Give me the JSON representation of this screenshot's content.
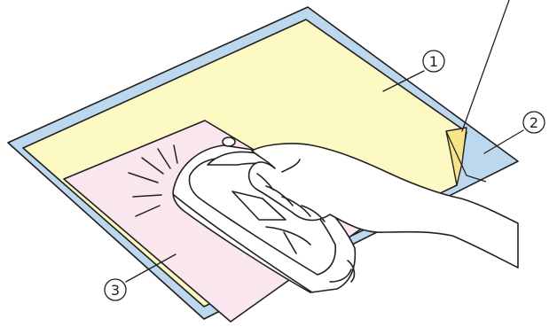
{
  "callouts": [
    {
      "number": "1",
      "glyph": "①"
    },
    {
      "number": "2",
      "glyph": "②"
    },
    {
      "number": "3",
      "glyph": "③"
    }
  ],
  "colors": {
    "base_board": "#bcd8ee",
    "yellow_sheet": "#fdf9c2",
    "pink_fabric": "#fae6ee",
    "fold_corner": "#f8e488",
    "iron_body": "#ffffff",
    "line": "#231f20"
  },
  "icons": [
    "iron-icon",
    "hand-icon",
    "heat-rays-icon"
  ]
}
